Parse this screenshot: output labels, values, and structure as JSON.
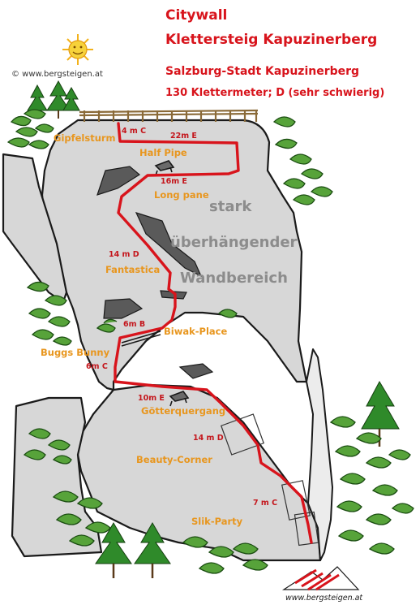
{
  "title": {
    "line1": "Citywall",
    "line2": "Klettersteig Kapuzinerberg",
    "location": "Salzburg-Stadt Kapuzinerberg",
    "stats": "130 Klettermeter; D (sehr schwierig)"
  },
  "copyright": "© www.bergsteigen.at",
  "footer_logo_text": "www.bergsteigen.at",
  "wall_labels": [
    "stark",
    "überhängender",
    "Wandbereich"
  ],
  "sections": [
    {
      "name": "Gipfelsturm"
    },
    {
      "name": "Half Pipe"
    },
    {
      "name": "Long pane"
    },
    {
      "name": "Fantastica"
    },
    {
      "name": "Biwak-Place"
    },
    {
      "name": "Buggs Bunny"
    },
    {
      "name": "Götterquergang"
    },
    {
      "name": "Beauty-Corner"
    },
    {
      "name": "Slik-Party"
    }
  ],
  "pitches": [
    "4 m C",
    "22m E",
    "16m E",
    "14 m D",
    "6m B",
    "6m C",
    "10m E",
    "14 m D",
    "7 m C"
  ],
  "colors": {
    "route": "#d8141c",
    "title": "#d8141c",
    "section_label": "#e8961e",
    "wall_label": "#8c8c8c",
    "rock": "#d7d7d7",
    "vegetation": "#57a33a"
  },
  "icons": [
    "sun-icon",
    "bench-icon",
    "mountain-logo-icon",
    "railing-icon"
  ]
}
